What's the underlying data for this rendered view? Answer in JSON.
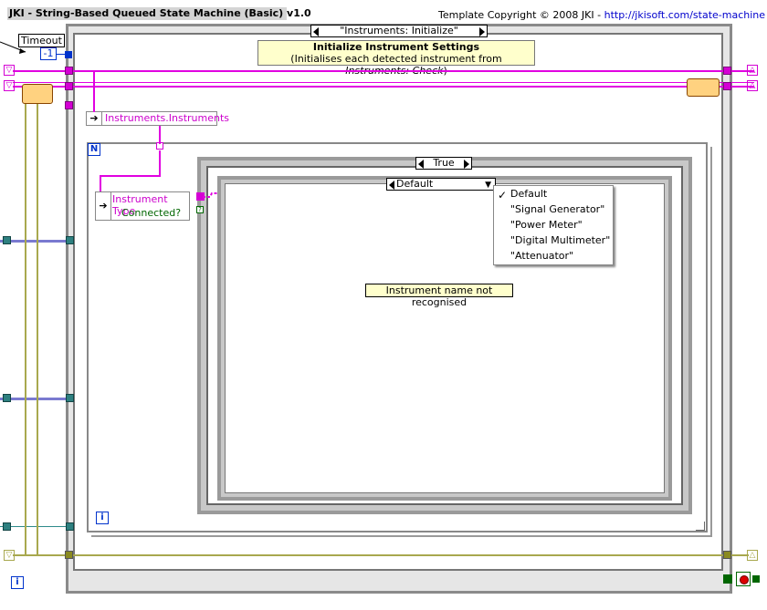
{
  "window": {
    "title": "JKI - String-Based Queued State Machine (Basic) v1.0",
    "copyright_prefix": "Template Copyright © 2008 JKI - ",
    "copyright_link": "http://jkisoft.com/state-machine"
  },
  "case_structure": {
    "selector_value": "\"Instruments: Initialize\"",
    "comment_title": "Initialize Instrument Settings",
    "comment_body_prefix": "(Initialises each detected instrument from ",
    "comment_body_italic": "Instruments: Check",
    "comment_body_suffix": ")"
  },
  "timeout": {
    "label": "Timeout",
    "value": "-1"
  },
  "bundle": {
    "label": "Instruments.Instruments"
  },
  "for_loop": {
    "count_label": "N",
    "iteration_label": "i"
  },
  "while_loop": {
    "iteration_label": "i"
  },
  "unbundle": {
    "field1": "Instrument Type",
    "field2": "Connected?"
  },
  "inner_case_true": {
    "selector_value": "True"
  },
  "inner_case_default": {
    "selector_value": "Default",
    "dropdown_items": [
      "Default",
      "\"Signal Generator\"",
      "\"Power Meter\"",
      "\"Digital Multimeter\"",
      "\"Attenuator\""
    ],
    "selected_item": "Default",
    "message": "Instrument name not recognised"
  },
  "colors": {
    "string_wire": "#e100e1",
    "error_wire": "#a8a84e",
    "ref_wire": "#2e8b8b",
    "numeric": "#0033cc"
  }
}
